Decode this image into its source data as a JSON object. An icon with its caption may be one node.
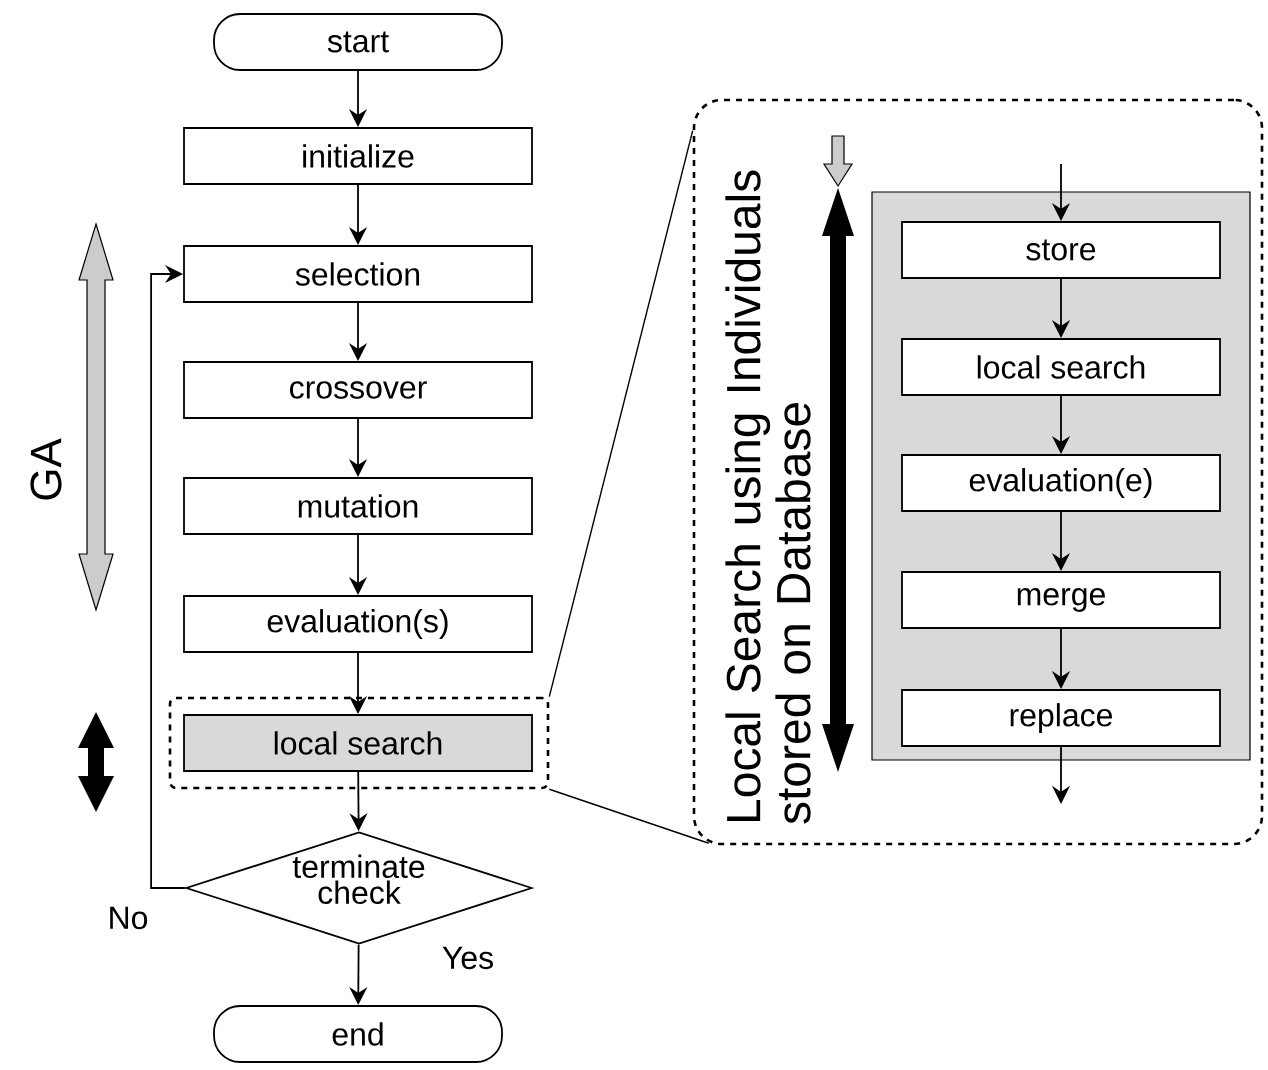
{
  "diagram": {
    "nodes": [
      {
        "text": [
          "start"
        ]
      },
      {
        "text": [
          "initialize"
        ]
      },
      {
        "text": [
          "selection"
        ]
      },
      {
        "text": [
          "crossover"
        ]
      },
      {
        "text": [
          "mutation"
        ]
      },
      {
        "text": [
          "evaluation(s)"
        ]
      },
      {
        "text": [],
        "shape": "box"
      },
      {
        "text": [
          "local search"
        ],
        "in": 6
      },
      {
        "text": [
          "terminate check"
        ]
      },
      {
        "text": [
          "end"
        ]
      },
      {
        "text": [
          "Local Search using Individuals stored on Database"
        ]
      },
      {
        "text": [],
        "shape": "box",
        "in": 10
      },
      {
        "text": [
          "store"
        ],
        "in": 11
      },
      {
        "text": [
          "local search"
        ],
        "in": 11
      },
      {
        "text": [
          "evaluation(e)"
        ],
        "in": 11
      },
      {
        "text": [
          "merge"
        ],
        "in": 11
      },
      {
        "text": [
          "replace"
        ],
        "in": 11
      }
    ],
    "edges": [
      {
        "from": 0,
        "to": 1,
        "arrow": "to"
      },
      {
        "from": 1,
        "to": 2,
        "arrow": "to"
      },
      {
        "from": 2,
        "to": 3,
        "arrow": "to"
      },
      {
        "from": 3,
        "to": 4,
        "arrow": "to"
      },
      {
        "from": 4,
        "to": 5,
        "arrow": "to"
      },
      {
        "from": 5,
        "to": 7,
        "arrow": "to"
      },
      {
        "from": 7,
        "to": 8,
        "arrow": "to"
      },
      {
        "from": 8,
        "to": 9,
        "arrow": "to",
        "label": "Yes"
      },
      {
        "from": 8,
        "to": 2,
        "arrow": "to",
        "label": "No"
      },
      {
        "from": 6,
        "to": 10,
        "arrow": "none"
      },
      {
        "from": 6,
        "to": 10,
        "arrow": "none"
      },
      {
        "from": null,
        "to": 12,
        "arrow": "to"
      },
      {
        "from": 12,
        "to": 13,
        "arrow": "to"
      },
      {
        "from": 13,
        "to": 14,
        "arrow": "to"
      },
      {
        "from": 14,
        "to": 15,
        "arrow": "to"
      },
      {
        "from": 15,
        "to": 16,
        "arrow": "to"
      },
      {
        "from": 16,
        "to": null,
        "arrow": "to"
      }
    ],
    "labels": [
      "GA"
    ]
  }
}
